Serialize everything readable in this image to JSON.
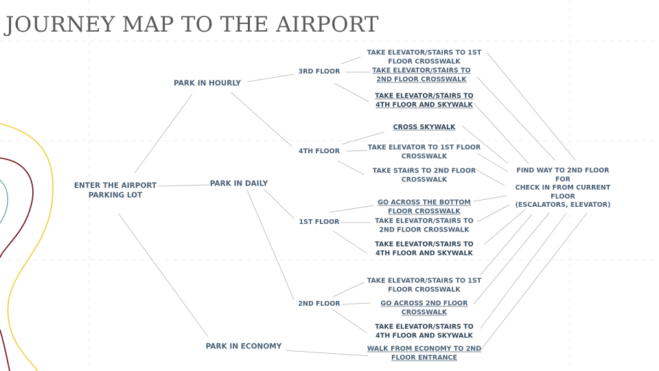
{
  "title": "JOURNEY MAP TO THE AIRPORT",
  "colors": {
    "title": "#595959",
    "node_text": "#4a6076",
    "node_text_emphasis": "#2f4356",
    "connector": "#c0c0c0",
    "curve_yellow": "#f2d14d",
    "curve_maroon": "#7a1f28",
    "curve_teal": "#6aa9a6"
  },
  "nodes": {
    "start": "ENTER THE AIRPORT\nPARKING LOT",
    "hourly": "PARK IN HOURLY",
    "daily": "PARK IN DAILY",
    "economy": "PARK IN ECONOMY",
    "floor3": "3RD FLOOR",
    "floor4": "4TH FLOOR",
    "floor1": "1ST FLOOR",
    "floor2": "2ND FLOOR",
    "f3_a": "TAKE ELEVATOR/STAIRS TO 1ST\nFLOOR CROSSWALK",
    "f3_b": "TAKE ELEVATOR/STAIRS TO\n2ND FLOOR CROSSWALK",
    "f3_c": "TAKE ELEVATOR/STAIRS TO\n4TH FLOOR AND SKYWALK",
    "f4_a": "CROSS SKYWALK",
    "f4_b": "TAKE ELEVATOR TO 1ST FLOOR\nCROSSWALK",
    "f4_c": "TAKE STAIRS TO 2ND FLOOR\nCROSSWALK",
    "f1_a": "GO ACROSS THE BOTTOM\nFLOOR CROSSWALK",
    "f1_b": "TAKE ELEVATOR/STAIRS TO\n2ND FLOOR CROSSWALK",
    "f1_c": "TAKE ELEVATOR/STAIRS TO\n4TH FLOOR AND SKYWALK",
    "f2_a": "TAKE ELEVATOR/STAIRS TO 1ST\nFLOOR CROSSWALK",
    "f2_b": "GO ACROSS 2ND FLOOR\nCROSSWALK",
    "f2_c": "TAKE ELEVATOR/STAIRS TO\n4TH FLOOR AND SKYWALK",
    "eco_a": "WALK FROM ECONOMY TO 2ND\nFLOOR ENTRANCE",
    "final": "FIND WAY TO 2ND FLOOR FOR\nCHECK IN FROM CURRENT\nFLOOR\n(ESCALATORS, ELEVATOR)"
  }
}
